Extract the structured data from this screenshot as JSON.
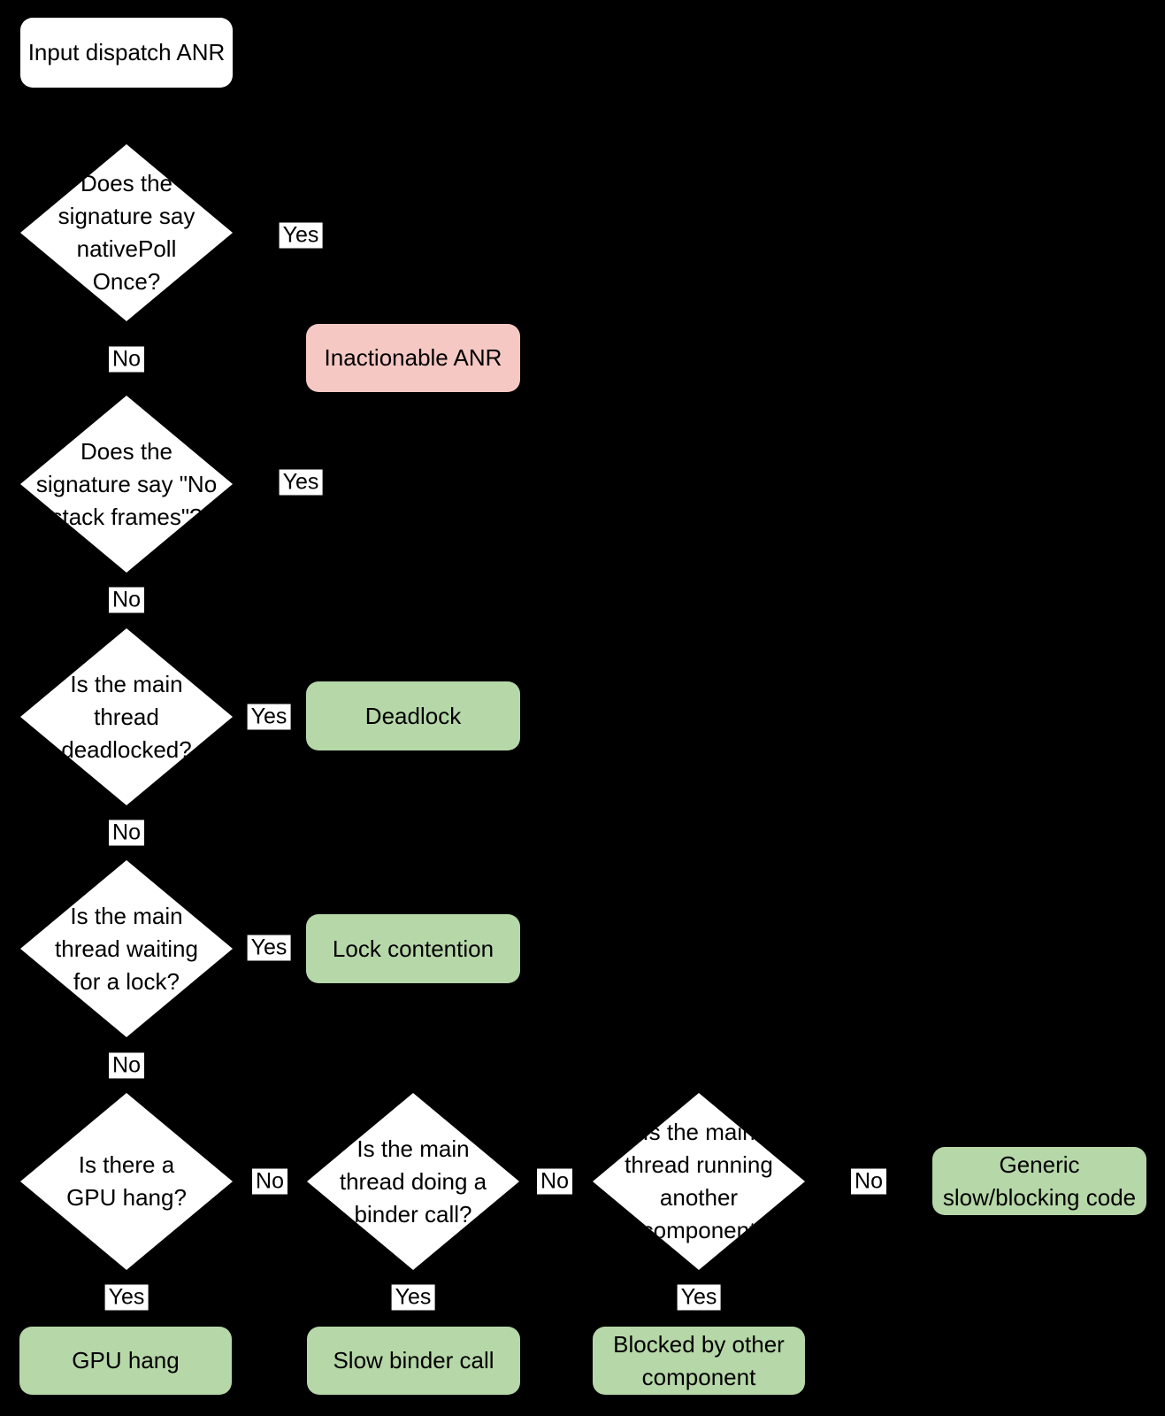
{
  "colors": {
    "background": "#000000",
    "decision_fill": "#ffffff",
    "start_fill": "#ffffff",
    "inactionable_fill": "#f5c8c3",
    "outcome_fill": "#b6d7a8",
    "edge_label_bg": "#ffffff",
    "text": "#000000"
  },
  "nodes": {
    "start": {
      "label": "Input dispatch ANR"
    },
    "d_native_poll": {
      "label": "Does the\nsignature say\nnativePoll\nOnce?"
    },
    "d_no_stack_frames": {
      "label": "Does the\nsignature say \"No\nstack frames\"?"
    },
    "d_deadlocked": {
      "label": "Is the main\nthread\ndeadlocked?"
    },
    "d_waiting_lock": {
      "label": "Is the main\nthread waiting\nfor a lock?"
    },
    "d_gpu_hang": {
      "label": "Is there a\nGPU hang?"
    },
    "d_binder_call": {
      "label": "Is the main\nthread doing a\nbinder call?"
    },
    "d_other_component": {
      "label": "Is the main\nthread running\nanother\ncomponent"
    },
    "r_inactionable": {
      "label": "Inactionable ANR"
    },
    "r_deadlock": {
      "label": "Deadlock"
    },
    "r_lock_contention": {
      "label": "Lock contention"
    },
    "r_generic": {
      "label": "Generic\nslow/blocking code"
    },
    "r_gpu_hang": {
      "label": "GPU hang"
    },
    "r_slow_binder": {
      "label": "Slow binder call"
    },
    "r_blocked_other": {
      "label": "Blocked by other\ncomponent"
    }
  },
  "edge_labels": {
    "native_poll_yes": "Yes",
    "native_poll_no": "No",
    "no_stack_frames_yes": "Yes",
    "no_stack_frames_no": "No",
    "deadlocked_yes": "Yes",
    "deadlocked_no": "No",
    "waiting_lock_yes": "Yes",
    "waiting_lock_no": "No",
    "gpu_hang_no": "No",
    "gpu_hang_yes": "Yes",
    "binder_call_no": "No",
    "binder_call_yes": "Yes",
    "other_component_no": "No",
    "other_component_yes": "Yes"
  }
}
